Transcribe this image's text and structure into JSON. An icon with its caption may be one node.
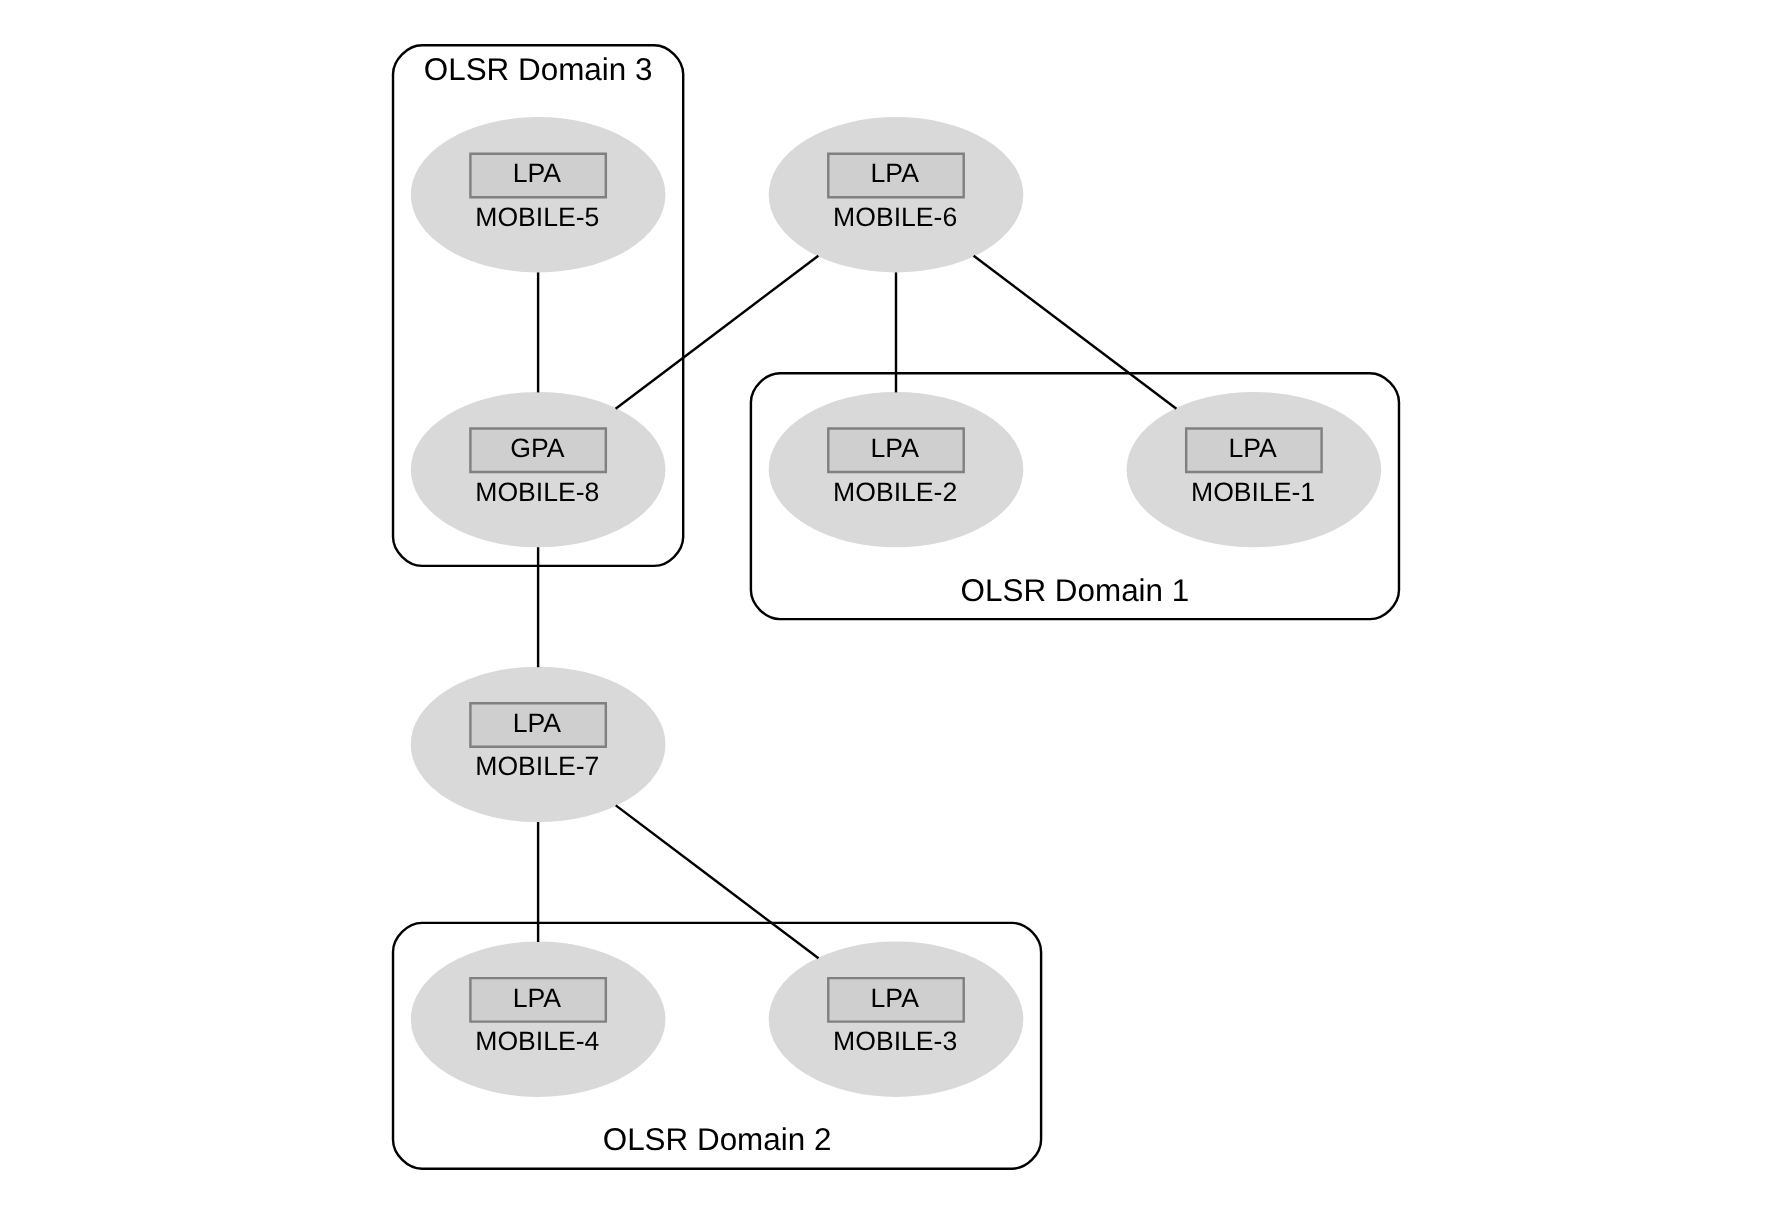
{
  "diagram": {
    "nodes": [
      {
        "text": [
          "OLSR Domain 3"
        ]
      },
      {
        "text": [
          "LPA",
          "MOBILE-5"
        ],
        "in": 0
      },
      {
        "text": [
          "GPA",
          "MOBILE-8"
        ],
        "in": 0
      },
      {
        "text": [
          "LPA",
          "MOBILE-6"
        ]
      },
      {
        "text": [
          "LPA",
          "MOBILE-7"
        ]
      },
      {
        "text": [
          "OLSR Domain 1"
        ]
      },
      {
        "text": [
          "LPA",
          "MOBILE-1"
        ],
        "in": 5
      },
      {
        "text": [
          "LPA",
          "MOBILE-2"
        ],
        "in": 5
      },
      {
        "text": [
          "OLSR Domain 2"
        ]
      },
      {
        "text": [
          "LPA",
          "MOBILE-3"
        ],
        "in": 8
      },
      {
        "text": [
          "LPA",
          "MOBILE-4"
        ],
        "in": 8
      }
    ],
    "edges": [
      {
        "from": 1,
        "to": 2,
        "arrow": "none"
      },
      {
        "from": 3,
        "to": 2,
        "arrow": "none"
      },
      {
        "from": 2,
        "to": 4,
        "arrow": "none"
      },
      {
        "from": 6,
        "to": 3,
        "arrow": "none"
      },
      {
        "from": 3,
        "to": 7,
        "arrow": "none"
      },
      {
        "from": 4,
        "to": 10,
        "arrow": "none"
      },
      {
        "from": 4,
        "to": 9,
        "arrow": "none"
      }
    ]
  }
}
